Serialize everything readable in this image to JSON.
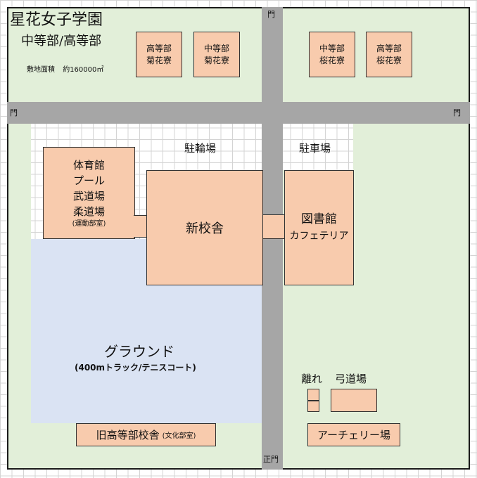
{
  "title": {
    "main": "星花女子学園",
    "sub": "中等部/高等部",
    "area_label": "敷地面積",
    "area_value": "約160000㎡"
  },
  "gates": {
    "top": "門",
    "left": "門",
    "right": "門",
    "main": "正門"
  },
  "dorms": [
    {
      "line1": "高等部",
      "line2": "菊花寮"
    },
    {
      "line1": "中等部",
      "line2": "菊花寮"
    },
    {
      "line1": "中等部",
      "line2": "桜花寮"
    },
    {
      "line1": "高等部",
      "line2": "桜花寮"
    }
  ],
  "labels": {
    "bicycle_parking": "駐輪場",
    "car_parking": "駐車場",
    "annex": "離れ",
    "kyudo": "弓道場"
  },
  "gym": {
    "lines": [
      "体育館",
      "プール",
      "武道場",
      "柔道場"
    ],
    "note": "(運動部室)"
  },
  "new_building": "新校舎",
  "library": {
    "name": "図書館",
    "sub": "カフェテリア"
  },
  "ground": {
    "name": "グラウンド",
    "sub": "(400mトラック/テニスコート)"
  },
  "old_building": {
    "name": "旧高等部校舎",
    "note": "(文化部室)"
  },
  "archery": "アーチェリー場",
  "colors": {
    "green_area": "#e2efd9",
    "road": "#a6a6a6",
    "ground": "#dae3f3",
    "building": "#f8cbad"
  }
}
